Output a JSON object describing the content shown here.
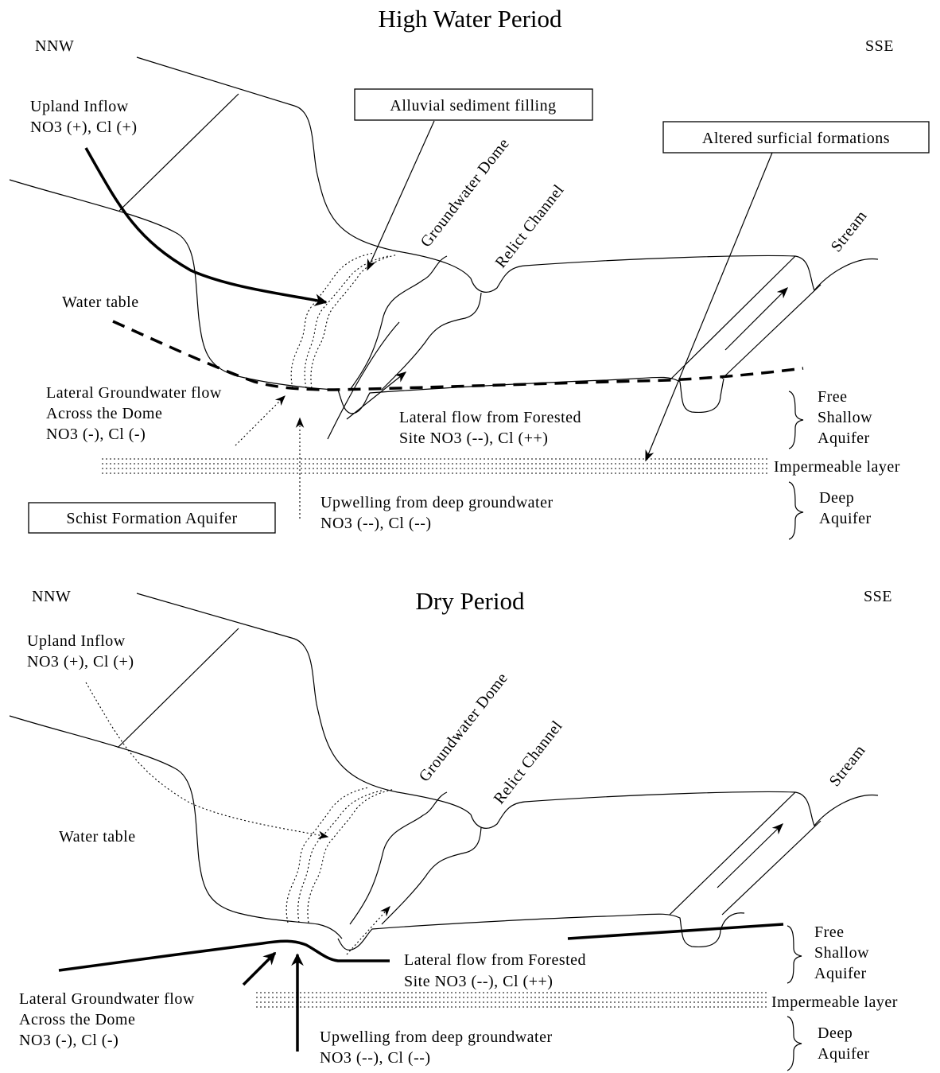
{
  "high": {
    "title": "High Water Period",
    "nnw": "NNW",
    "sse": "SSE",
    "upland_l1": "Upland Inflow",
    "upland_l2": "NO3 (+), Cl (+)",
    "alluvial": "Alluvial sediment filling",
    "altered": "Altered surficial formations",
    "dome": "Groundwater Dome",
    "relict": "Relict Channel",
    "stream": "Stream",
    "water_table": "Water table",
    "lateral_gw_l1": "Lateral Groundwater flow",
    "lateral_gw_l2": "Across the Dome",
    "lateral_gw_l3": "NO3 (-), Cl (-)",
    "lateral_forest_l1": "Lateral flow from Forested",
    "lateral_forest_l2": "Site NO3 (--), Cl (++)",
    "free_l1": "Free",
    "free_l2": "Shallow",
    "free_l3": "Aquifer",
    "impermeable": "Impermeable layer",
    "schist": "Schist Formation Aquifer",
    "upwelling_l1": "Upwelling from deep groundwater",
    "upwelling_l2": "NO3 (--), Cl (--)",
    "deep_l1": "Deep",
    "deep_l2": "Aquifer"
  },
  "dry": {
    "title": "Dry Period",
    "nnw": "NNW",
    "sse": "SSE",
    "upland_l1": "Upland Inflow",
    "upland_l2": "NO3 (+), Cl (+)",
    "dome": "Groundwater Dome",
    "relict": "Relict Channel",
    "stream": "Stream",
    "water_table": "Water table",
    "lateral_forest_l1": "Lateral flow from Forested",
    "lateral_forest_l2": "Site NO3 (--), Cl (++)",
    "free_l1": "Free",
    "free_l2": "Shallow",
    "free_l3": "Aquifer",
    "impermeable": "Impermeable layer",
    "lateral_gw_l1": "Lateral Groundwater flow",
    "lateral_gw_l2": "Across the Dome",
    "lateral_gw_l3": "NO3 (-), Cl (-)",
    "upwelling_l1": "Upwelling from deep groundwater",
    "upwelling_l2": "NO3 (--), Cl (--)",
    "deep_l1": "Deep",
    "deep_l2": "Aquifer"
  }
}
